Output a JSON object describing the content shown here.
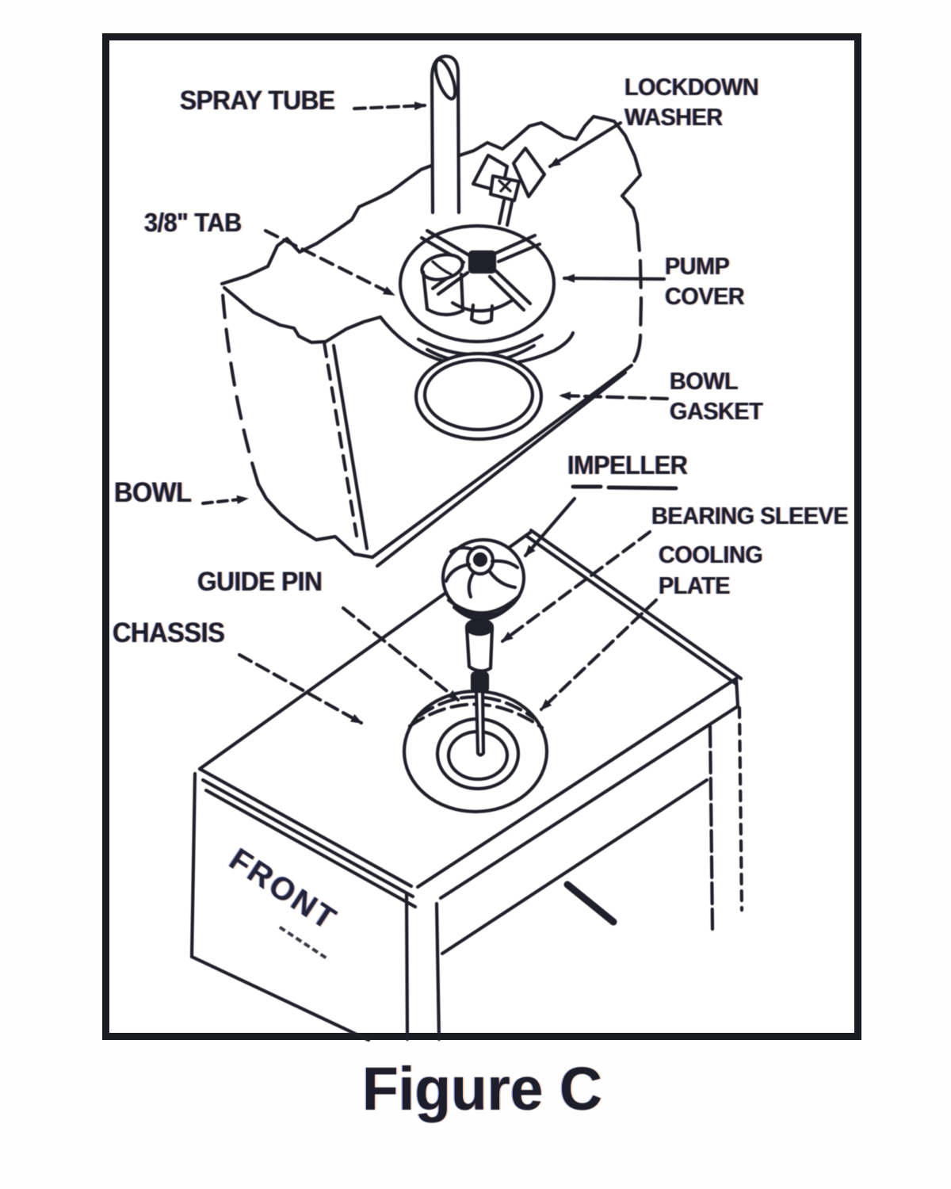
{
  "caption": "Figure C",
  "labels": {
    "spray_tube": "SPRAY TUBE",
    "lockdown_washer": {
      "line1": "LOCKDOWN",
      "line2": "WASHER"
    },
    "tab_3_8": "3/8\" TAB",
    "pump_cover": {
      "line1": "PUMP",
      "line2": "COVER"
    },
    "bowl_gasket": {
      "line1": "BOWL",
      "line2": "GASKET"
    },
    "bowl": "BOWL",
    "impeller": "IMPELLER",
    "bearing_sleeve": "BEARING SLEEVE",
    "cooling_plate": {
      "line1": "COOLING",
      "line2": "PLATE"
    },
    "guide_pin": "GUIDE PIN",
    "chassis": "CHASSIS",
    "front": "FRONT"
  },
  "colors": {
    "ink": "#20202a",
    "paper": "#ffffff",
    "label_text": "#1e1e2a"
  }
}
